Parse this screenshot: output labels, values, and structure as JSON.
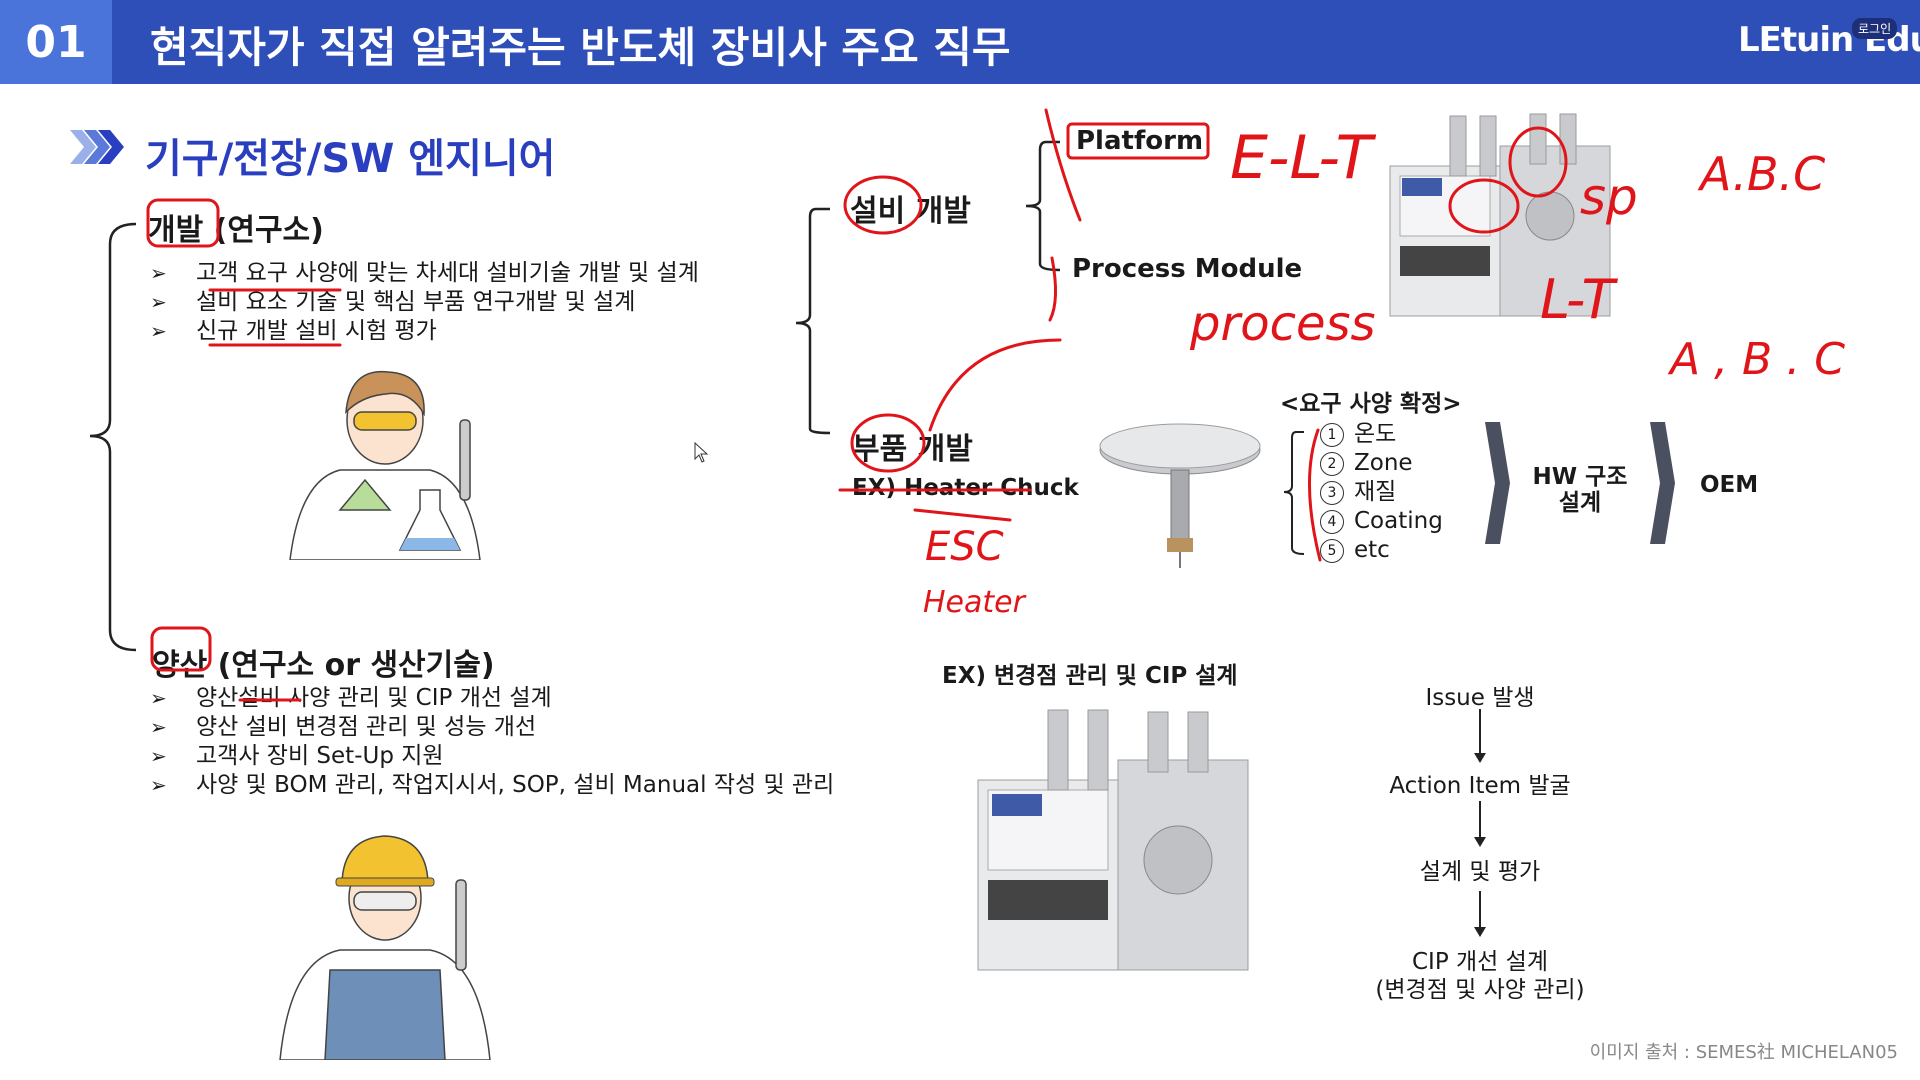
{
  "header": {
    "number": "01",
    "title": "현직자가 직접 알려주는 반도체 장비사 주요 직무",
    "logo": "LEtuin Edu",
    "badge": "로그인"
  },
  "section_title": "기구/전장/SW 엔지니어",
  "dev": {
    "title": "개발 (연구소)",
    "bullets": [
      "고객 요구 사양에 맞는 차세대 설비기술 개발 및 설계",
      "설비 요소 기술 및 핵심 부품 연구개발 및 설계",
      "신규 개발 설비 시험 평가"
    ]
  },
  "mass": {
    "title": "양산 (연구소 or 생산기술)",
    "bullets": [
      "양산설비 사양 관리 및 CIP 개선 설계",
      "양산 설비 변경점 관리 및 성능 개선",
      "고객사 장비 Set-Up 지원",
      "사양 및 BOM 관리, 작업지시서, SOP, 설비 Manual 작성 및 관리"
    ]
  },
  "equip_dev": {
    "title": "설비 개발",
    "platform": "Platform",
    "process_module": "Process Module"
  },
  "part_dev": {
    "title": "부품 개발",
    "example": "EX) Heater Chuck"
  },
  "requirements": {
    "title": "<요구 사양 확정>",
    "items": [
      {
        "num": "1",
        "label": "온도"
      },
      {
        "num": "2",
        "label": "Zone"
      },
      {
        "num": "3",
        "label": "재질"
      },
      {
        "num": "4",
        "label": "Coating"
      },
      {
        "num": "5",
        "label": "etc"
      }
    ],
    "hw_label": "HW 구조 설계",
    "oem_label": "OEM"
  },
  "change_mgmt": {
    "title": "EX) 변경점 관리 및 CIP 설계",
    "flow": [
      "Issue 발생",
      "Action Item 발굴",
      "설계 및 평가",
      "CIP 개선 설계",
      "(변경점 및 사양 관리)"
    ]
  },
  "handwriting": {
    "elt": "E-L-T",
    "sp": "sp",
    "abc1": "A.B.C",
    "process": "process",
    "lt": "L-T",
    "abc2": "A , B . C",
    "esc": "ESC",
    "heater": "Heater"
  },
  "footer": "이미지 출처 : SEMES社 MICHELAN05",
  "colors": {
    "header": "#2f4fb8",
    "header_num": "#4a74d9",
    "accent": "#2a3ec0",
    "ink": "#e0151a"
  }
}
